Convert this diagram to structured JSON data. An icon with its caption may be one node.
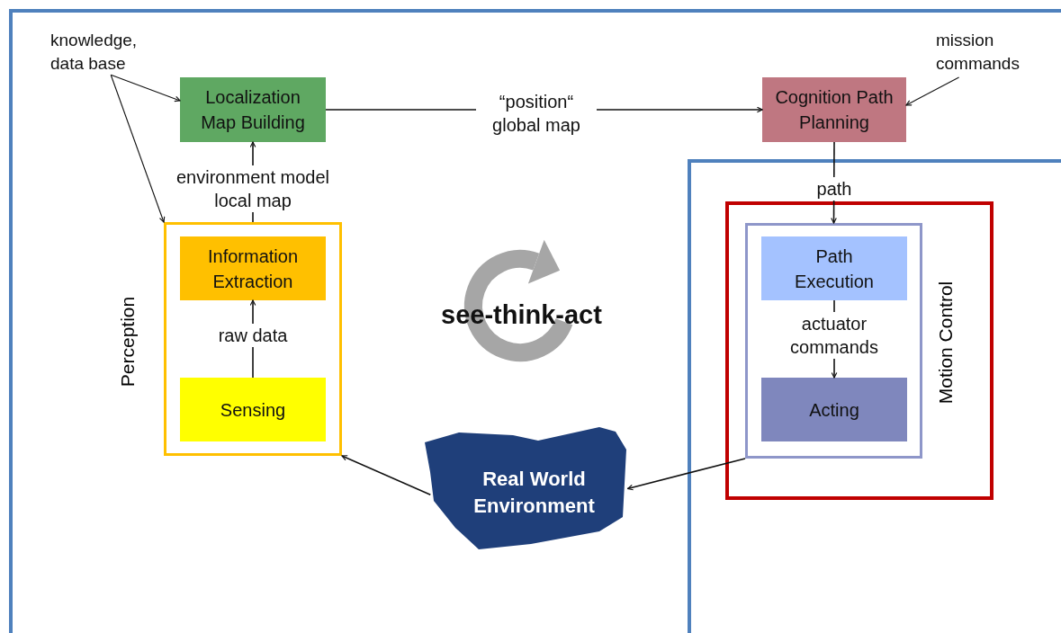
{
  "diagram": {
    "nodes": [
      {
        "text": [
          "knowledge, data base"
        ]
      },
      {
        "text": [
          "Localization Map Building"
        ]
      },
      {
        "text": [
          "mission commands"
        ]
      },
      {
        "text": [
          "Cognition Path Planning"
        ]
      },
      {
        "text": [
          "Perception"
        ]
      },
      {
        "text": [
          "Information Extraction"
        ],
        "in": 4
      },
      {
        "text": [
          "Sensing"
        ],
        "in": 4
      },
      {
        "text": [],
        "shape": "box"
      },
      {
        "text": [
          "Motion Control"
        ],
        "in": 7
      },
      {
        "text": [
          "Path Execution"
        ],
        "in": 8
      },
      {
        "text": [
          "Acting"
        ],
        "in": 8
      },
      {
        "text": [
          "Real World Environment"
        ]
      }
    ],
    "edges": [
      {
        "from": 0,
        "to": 1,
        "arrow": "to"
      },
      {
        "from": 0,
        "to": 4,
        "arrow": "to"
      },
      {
        "from": 4,
        "to": 1,
        "arrow": "to",
        "label": "environment model local map"
      },
      {
        "from": 6,
        "to": 5,
        "arrow": "to",
        "label": "raw data"
      },
      {
        "from": 1,
        "to": 3,
        "arrow": "to",
        "label": "“position“ global map"
      },
      {
        "from": 2,
        "to": 3,
        "arrow": "to"
      },
      {
        "from": 3,
        "to": 8,
        "arrow": "to",
        "label": "path"
      },
      {
        "from": 9,
        "to": 10,
        "arrow": "to",
        "label": "actuator commands"
      },
      {
        "from": 8,
        "to": 11,
        "arrow": "to"
      },
      {
        "from": 11,
        "to": 4,
        "arrow": "to"
      }
    ],
    "labels": [
      "see-think-act"
    ]
  }
}
